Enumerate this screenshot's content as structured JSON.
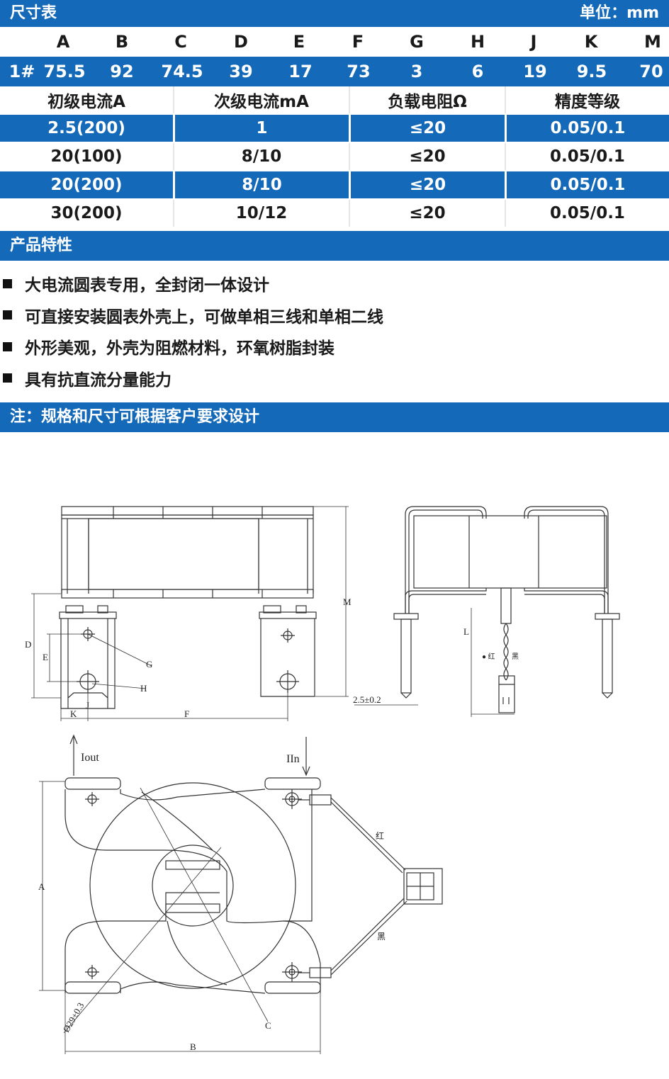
{
  "header": {
    "title": "尺寸表",
    "unit": "单位：mm"
  },
  "dimensions": {
    "letters": [
      "A",
      "B",
      "C",
      "D",
      "E",
      "F",
      "G",
      "H",
      "J",
      "K",
      "M"
    ],
    "row_label": "1#",
    "values": [
      "75.5",
      "92",
      "74.5",
      "39",
      "17",
      "73",
      "3",
      "6",
      "19",
      "9.5",
      "70"
    ]
  },
  "specs": {
    "headers": [
      "初级电流A",
      "次级电流mA",
      "负载电阻Ω",
      "精度等级"
    ],
    "rows": [
      [
        "2.5(200)",
        "1",
        "≤20",
        "0.05/0.1"
      ],
      [
        "20(100)",
        "8/10",
        "≤20",
        "0.05/0.1"
      ],
      [
        "20(200)",
        "8/10",
        "≤20",
        "0.05/0.1"
      ],
      [
        "30(200)",
        "10/12",
        "≤20",
        "0.05/0.1"
      ]
    ]
  },
  "features": {
    "title": "产品特性",
    "items": [
      "大电流圆表专用，全封闭一体设计",
      "可直接安装圆表外壳上，可做单相三线和单相二线",
      "外形美观，外壳为阻燃材料，环氧树脂封装",
      "具有抗直流分量能力"
    ]
  },
  "note": "注：规格和尺寸可根据客户要求设计",
  "drawing": {
    "labels": {
      "M": "M",
      "L": "L",
      "D": "D",
      "E": "E",
      "G": "G",
      "H": "H",
      "J": "J",
      "K": "K",
      "F": "F",
      "A": "A",
      "B": "B",
      "C": "C",
      "lead_gap": "2.5±0.2",
      "iout": "Iout",
      "iin": "IIn",
      "red": "红",
      "black": "黑",
      "wire_legend_red": "● 红",
      "wire_legend_black": "黑",
      "hole": "Ø29±0.3"
    }
  }
}
